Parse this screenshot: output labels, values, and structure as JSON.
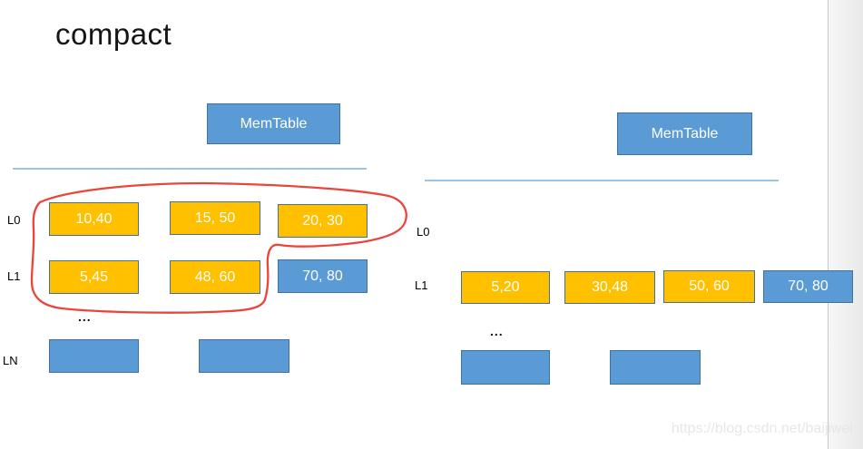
{
  "slide": {
    "title": "compact",
    "watermark": "https://blog.csdn.net/baijiwei"
  },
  "colors": {
    "sst_orange": "#FFC000",
    "sst_blue": "#5B9BD5",
    "box_border": "#41719C",
    "divider_blue": "#9DC3E6",
    "annotation_red": "#E8352A",
    "gutter_gray": "#EDEDED"
  },
  "before": {
    "memtable_label": "MemTable",
    "l0_label": "L0",
    "l1_label": "L1",
    "ln_label": "LN",
    "ellipsis": "...",
    "l0_boxes": [
      {
        "text": "10,40",
        "color": "orange"
      },
      {
        "text": "15, 50",
        "color": "orange"
      },
      {
        "text": "20, 30",
        "color": "orange"
      }
    ],
    "l1_boxes": [
      {
        "text": "5,45",
        "color": "orange"
      },
      {
        "text": "48, 60",
        "color": "orange"
      },
      {
        "text": "70, 80",
        "color": "blue"
      }
    ],
    "ln_boxes": [
      {
        "text": "",
        "color": "blue"
      },
      {
        "text": "",
        "color": "blue"
      }
    ]
  },
  "after": {
    "memtable_label": "MemTable",
    "l0_label": "L0",
    "l1_label": "L1",
    "ellipsis": "...",
    "l1_boxes": [
      {
        "text": "5,20",
        "color": "orange"
      },
      {
        "text": "30,48",
        "color": "orange"
      },
      {
        "text": "50, 60",
        "color": "orange"
      },
      {
        "text": "70, 80",
        "color": "blue"
      }
    ],
    "ln_boxes": [
      {
        "text": "",
        "color": "blue"
      },
      {
        "text": "",
        "color": "blue"
      }
    ]
  }
}
